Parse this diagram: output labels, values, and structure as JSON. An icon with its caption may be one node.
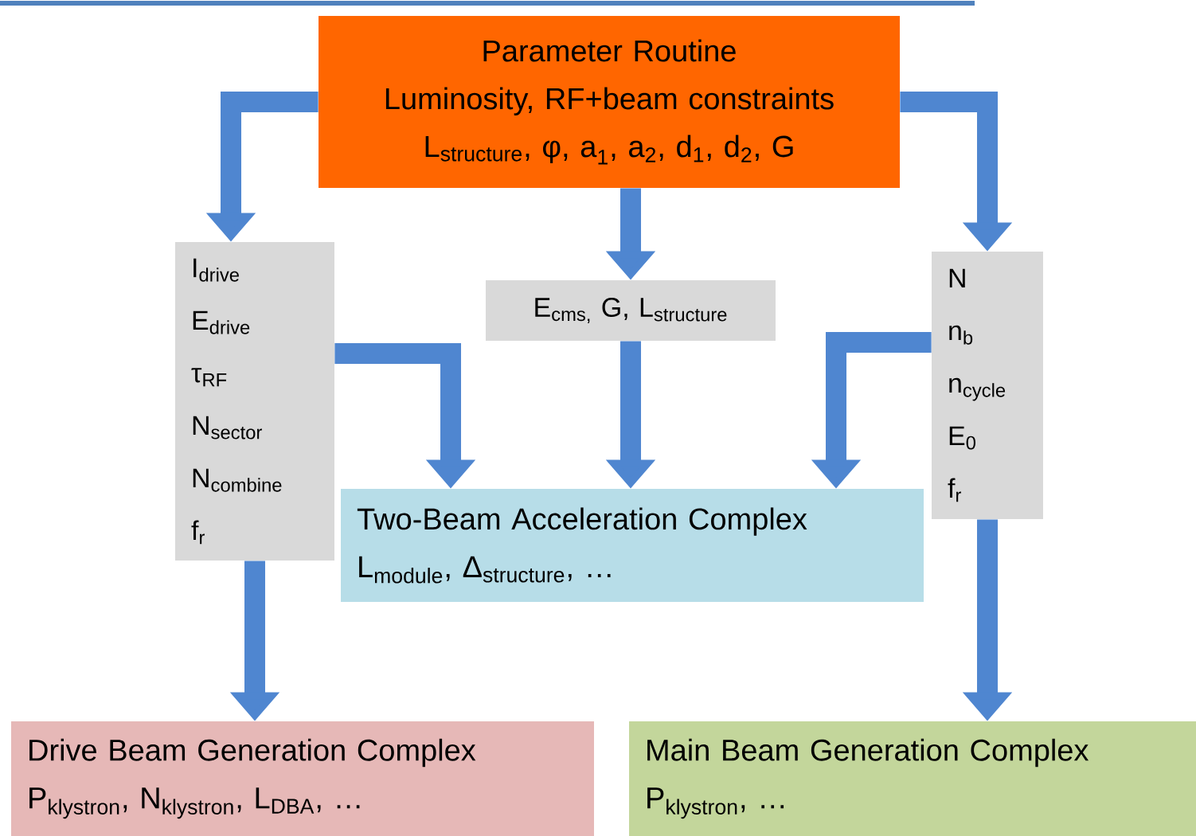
{
  "diagram": {
    "nodes": [
      {
        "text": [
          "Parameter Routine",
          "Luminosity, RF+beam constraints",
          "\\text{L}_{\\text{structure}}\\text{, φ, a}_{\\text{1}}\\text{, a}_{\\text{2}}\\text{, d}_{\\text{1}}\\text{, d}_{\\text{2}}\\text{, G}"
        ]
      },
      {
        "text": [
          "\\text{I}_{\\text{drive}}",
          "\\text{E}_{\\text{drive}}",
          "\\text{τ}_{\\text{RF}}",
          "\\text{N}_{\\text{sector}}",
          "\\text{N}_{\\text{combine}}",
          "\\text{f}_{\\text{r}}"
        ]
      },
      {
        "text": [
          "\\text{E}_{\\text{cms,}}\\text{ G, L}_{\\text{structure}}"
        ]
      },
      {
        "text": [
          "N",
          "\\text{n}_{\\text{b}}",
          "\\text{n}_{\\text{cycle}}",
          "\\text{E}_{\\text{0}}",
          "\\text{f}_{\\text{r}}"
        ]
      },
      {
        "text": [
          "Two-Beam Acceleration Complex",
          "\\text{L}_{\\text{module}}\\text{, Δ}_{\\text{structure}}\\text{, …}"
        ]
      },
      {
        "text": [
          "Drive Beam Generation Complex",
          "\\text{P}_{\\text{klystron}}\\text{, N}_{\\text{klystron}}\\text{, L}_{\\text{DBA}}\\text{, …}"
        ]
      },
      {
        "text": [
          "Main Beam Generation Complex",
          "\\text{P}_{\\text{klystron}}\\text{, …}"
        ]
      }
    ],
    "edges": [
      {
        "from": 0,
        "to": 1,
        "arrow": "to"
      },
      {
        "from": 0,
        "to": 2,
        "arrow": "to"
      },
      {
        "from": 0,
        "to": 3,
        "arrow": "to"
      },
      {
        "from": 1,
        "to": 4,
        "arrow": "to"
      },
      {
        "from": 2,
        "to": 4,
        "arrow": "to"
      },
      {
        "from": 3,
        "to": 4,
        "arrow": "to"
      },
      {
        "from": 1,
        "to": 5,
        "arrow": "to"
      },
      {
        "from": 3,
        "to": 6,
        "arrow": "to"
      }
    ]
  }
}
